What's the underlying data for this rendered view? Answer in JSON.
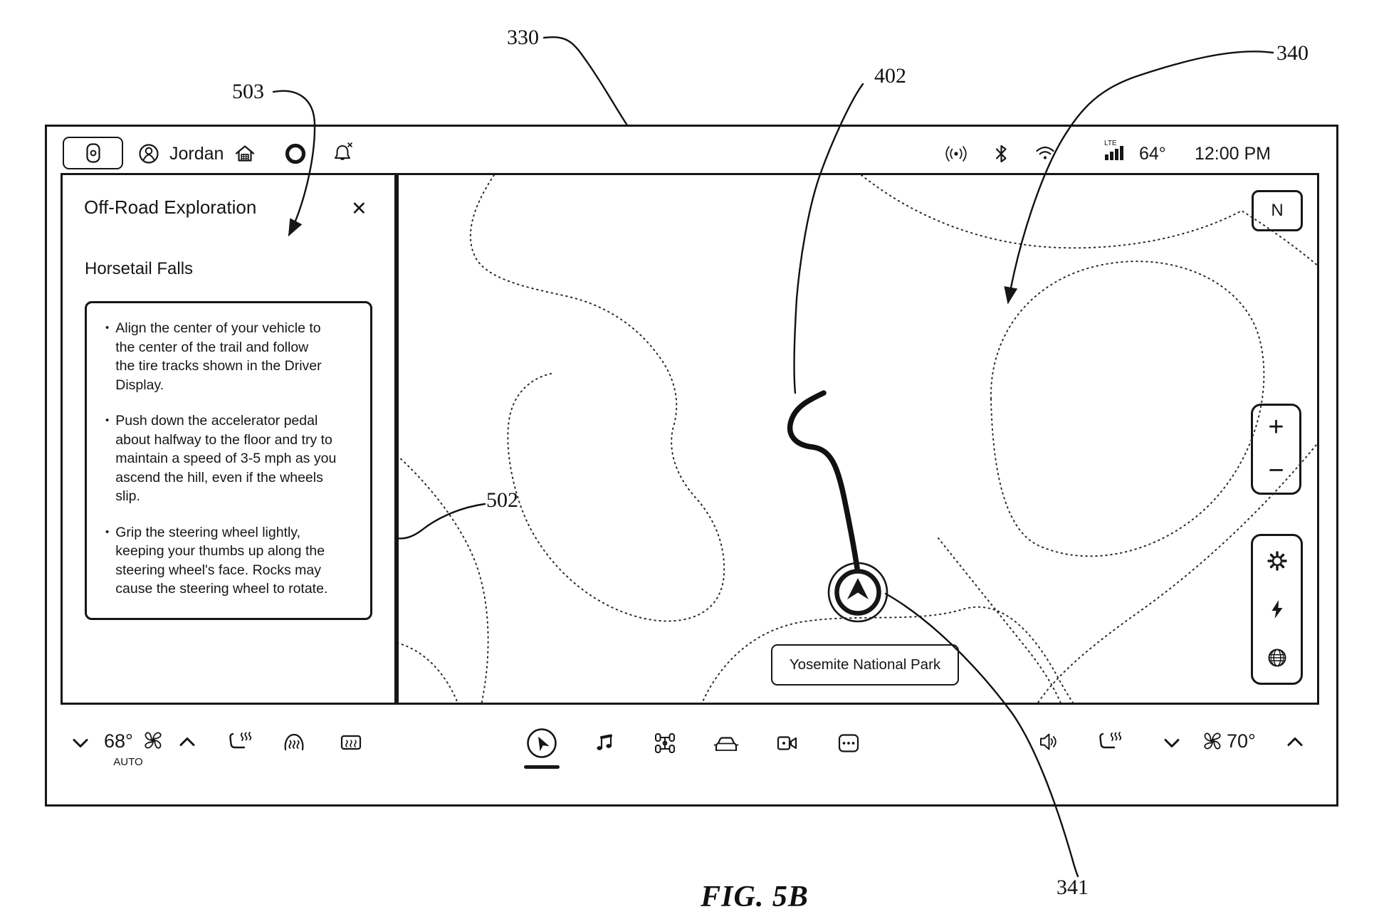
{
  "figure": {
    "label": "FIG. 5B",
    "callouts": {
      "c330": "330",
      "c340": "340",
      "c402": "402",
      "c502": "502",
      "c503": "503",
      "c341": "341"
    }
  },
  "colors": {
    "ink": "#161616"
  },
  "status_bar": {
    "profile_name": "Jordan",
    "network_badge": "LTE",
    "temperature": "64°",
    "time": "12:00 PM"
  },
  "panel": {
    "title": "Off-Road Exploration",
    "close": "✕",
    "subtitle": "Horsetail Falls",
    "bullets": [
      "Align the center of your vehicle to\nthe center of the trail and follow\nthe tire tracks shown in the Driver\nDisplay.",
      "Push down the accelerator pedal\nabout halfway to the floor and try to\nmaintain a speed of 3-5 mph as you\nascend the hill, even if the wheels\nslip.",
      "Grip the steering wheel lightly,\nkeeping your thumbs up along the\nsteering wheel's face. Rocks may\ncause the steering wheel to rotate."
    ]
  },
  "map": {
    "compass": "N",
    "zoom_in": "+",
    "zoom_out": "−",
    "location_label": "Yosemite National Park"
  },
  "climate": {
    "driver_temp": "68°",
    "driver_mode": "AUTO",
    "passenger_temp": "70°"
  }
}
